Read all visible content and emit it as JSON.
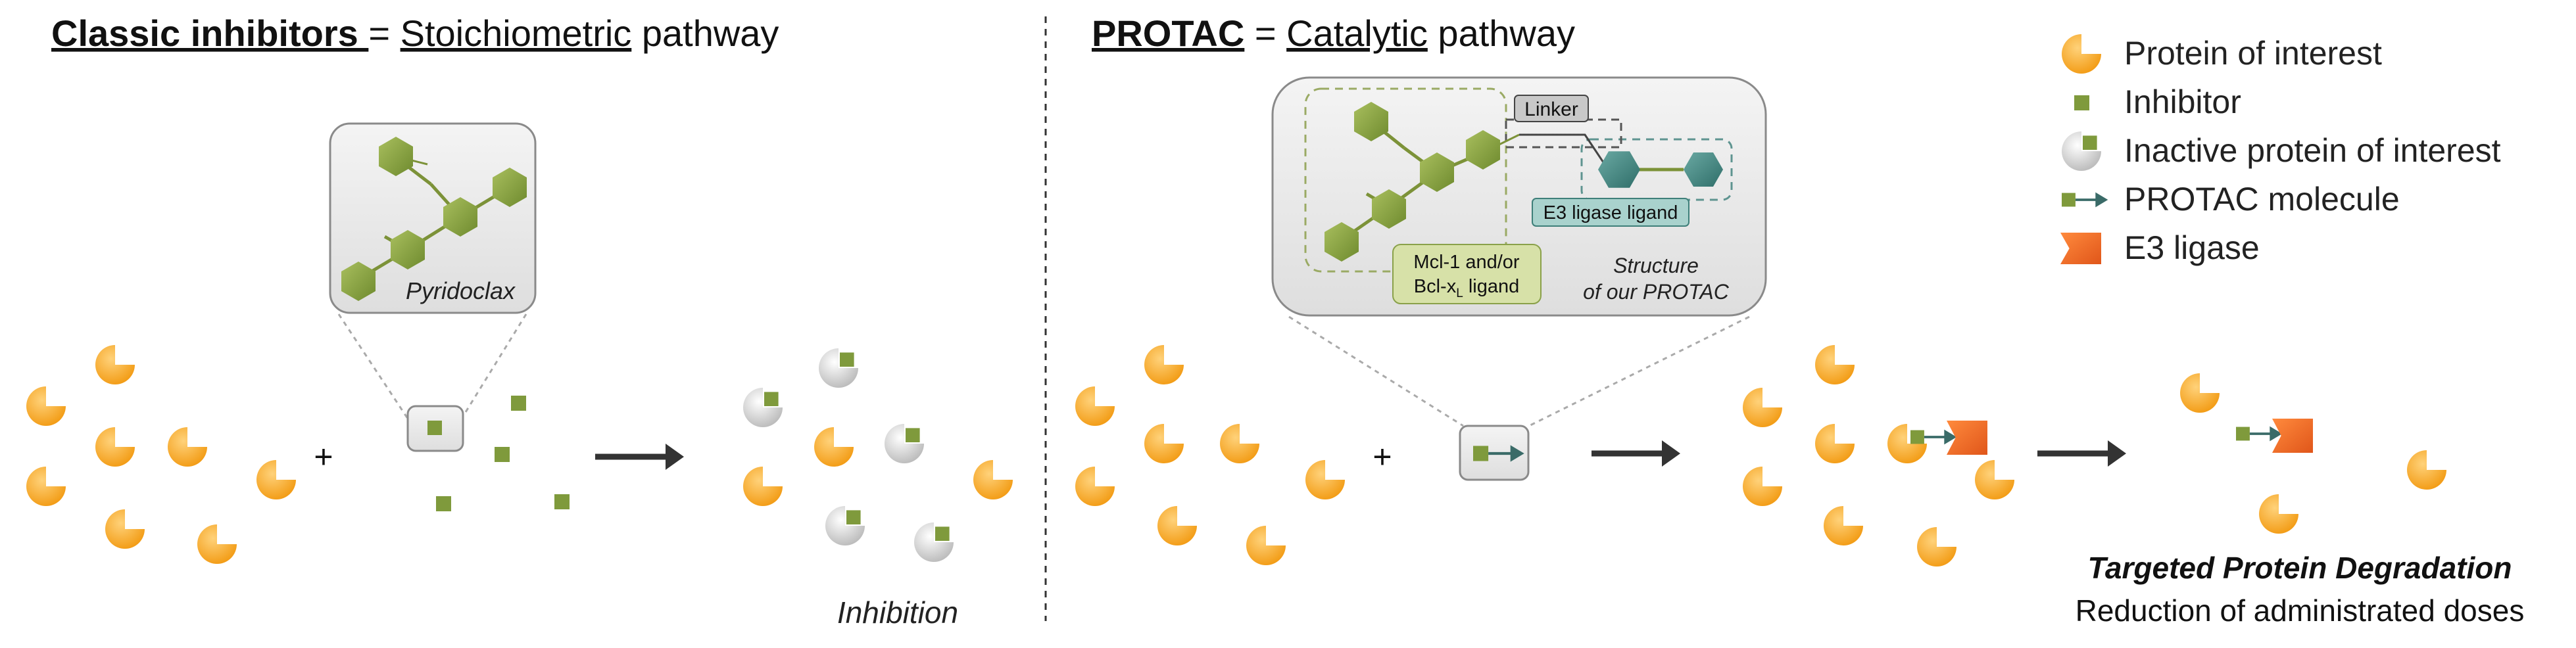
{
  "left_panel": {
    "title_bold": "Classic inhibitors ",
    "title_eq": " = ",
    "title_under": "Stoichiometric",
    "title_rest": " pathway",
    "molecule_label": "Pyridoclax",
    "plus": "+",
    "result_label": "Inhibition"
  },
  "right_panel": {
    "title_bold": "PROTAC",
    "title_eq": " = ",
    "title_under": "Catalytic",
    "title_rest": " pathway",
    "plus": "+",
    "linker_label": "Linker",
    "e3_ligand_label": "E3 ligase ligand",
    "mcl_line1": "Mcl-1 and/or",
    "mcl_line2_pre": "Bcl-x",
    "mcl_line2_sub": "L",
    "mcl_line2_post": " ligand",
    "structure_line1": "Structure",
    "structure_line2": "of our PROTAC",
    "result_line1": "Targeted Protein Degradation",
    "result_line2": "Reduction of administrated doses"
  },
  "legend": {
    "items": [
      {
        "label": "Protein of interest",
        "icon": "protein-icon"
      },
      {
        "label": "Inhibitor",
        "icon": "inhibitor-icon"
      },
      {
        "label": "Inactive protein of interest",
        "icon": "inactive-protein-icon"
      },
      {
        "label": "PROTAC molecule",
        "icon": "protac-icon"
      },
      {
        "label": "E3 ligase",
        "icon": "e3-ligase-icon"
      }
    ]
  },
  "colors": {
    "protein": "#f5a623",
    "inhibitor": "#7f9a3c",
    "inactive": "#cfcfcf",
    "protac_arrow": "#3a6b68",
    "e3_ligase": "#ef6a1f",
    "hexagon": "#8aa14a",
    "teal": "#4e8f8a"
  }
}
